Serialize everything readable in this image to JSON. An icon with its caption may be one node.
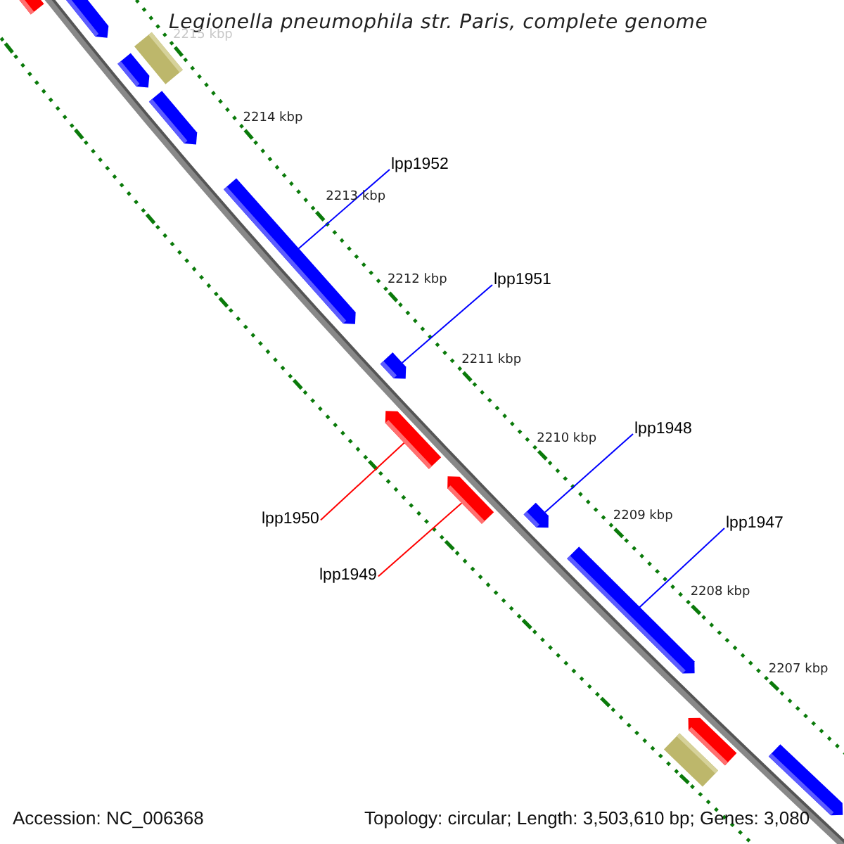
{
  "diagram": {
    "title": "Legionella pneumophila str. Paris, complete genome",
    "nodes": [
      {
        "text": [
          "lpp1952"
        ]
      },
      {
        "text": [
          "lpp1951"
        ]
      },
      {
        "text": [
          "lpp1948"
        ]
      },
      {
        "text": [
          "lpp1950"
        ]
      },
      {
        "text": [
          "lpp1947"
        ]
      },
      {
        "text": [
          "lpp1949"
        ]
      },
      {
        "text": [],
        "shape": "block"
      },
      {
        "text": [],
        "shape": "block"
      },
      {
        "text": [],
        "shape": "bar"
      },
      {
        "text": [],
        "shape": "block"
      },
      {
        "text": [],
        "shape": "block"
      },
      {
        "text": [],
        "shape": "block"
      },
      {
        "text": [],
        "shape": "block"
      },
      {
        "text": [],
        "shape": "block"
      },
      {
        "text": [],
        "shape": "block"
      },
      {
        "text": [],
        "shape": "block"
      },
      {
        "text": [],
        "shape": "block"
      },
      {
        "text": [],
        "shape": "block"
      },
      {
        "text": [],
        "shape": "bar"
      },
      {
        "text": [],
        "shape": "block"
      }
    ],
    "edges": [
      {
        "from": 0,
        "to": 11,
        "arrow": "none",
        "color": "#0000ff"
      },
      {
        "from": 1,
        "to": 12,
        "arrow": "none",
        "color": "#0000ff"
      },
      {
        "from": 2,
        "to": 15,
        "arrow": "none",
        "color": "#0000ff"
      },
      {
        "from": 3,
        "to": 13,
        "arrow": "none",
        "color": "#ff0000"
      },
      {
        "from": 4,
        "to": 16,
        "arrow": "none",
        "color": "#0000ff"
      },
      {
        "from": 5,
        "to": 14,
        "arrow": "none",
        "color": "#ff0000"
      }
    ],
    "labels": [
      "2215 kbp",
      "2214 kbp",
      "2213 kbp",
      "2212 kbp",
      "2211 kbp",
      "2210 kbp",
      "2209 kbp",
      "2208 kbp",
      "2207 kbp",
      "Accession: NC_006368",
      "Topology: circular; Length: 3,503,610 bp; Genes: 3,080"
    ]
  }
}
